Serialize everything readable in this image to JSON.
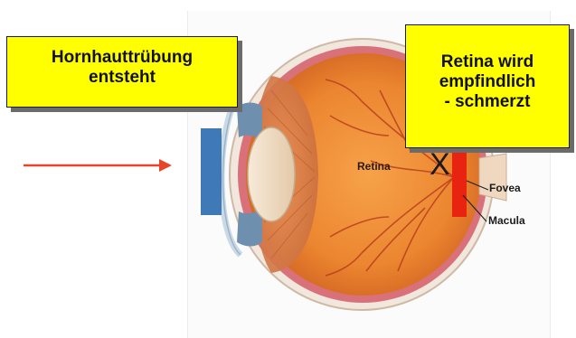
{
  "callouts": {
    "left": {
      "line1": "Hornhauttrübung",
      "line2": "entsteht"
    },
    "right": {
      "line1": "Retina wird",
      "line2": "empfindlich",
      "line3": "- schmerzt"
    }
  },
  "labels": {
    "retina": "Retina",
    "fovea": "Fovea",
    "macula": "Macula"
  },
  "marker": "X",
  "colors": {
    "callout_fill": "#ffff00",
    "arrow": "#e8442c",
    "cornea_block": "#3f79b8",
    "retina_highlight": "#e8230f"
  }
}
